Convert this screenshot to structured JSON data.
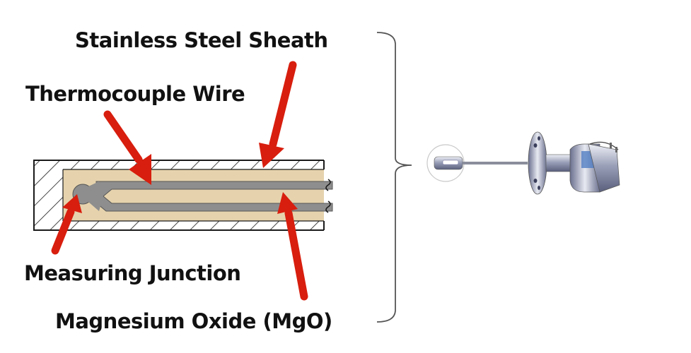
{
  "diagram": {
    "subject": "Thermocouple cross-section and assembled sensor",
    "labels": {
      "sheath": "Stainless Steel Sheath",
      "wire": "Thermocouple Wire",
      "junction": "Measuring Junction",
      "insulation": "Magnesium Oxide (MgO)"
    },
    "colors": {
      "arrow": "#d81e0e",
      "insulation_fill": "#e6d3ad",
      "wire_fill": "#8e8e8e",
      "outline": "#1a1a1a",
      "brace": "#555555"
    },
    "photo": {
      "description": "Thermocouple assembly with flange and connection head",
      "parts": [
        "magnified-tip-inset",
        "probe-stem",
        "flange",
        "connection-head"
      ]
    }
  }
}
